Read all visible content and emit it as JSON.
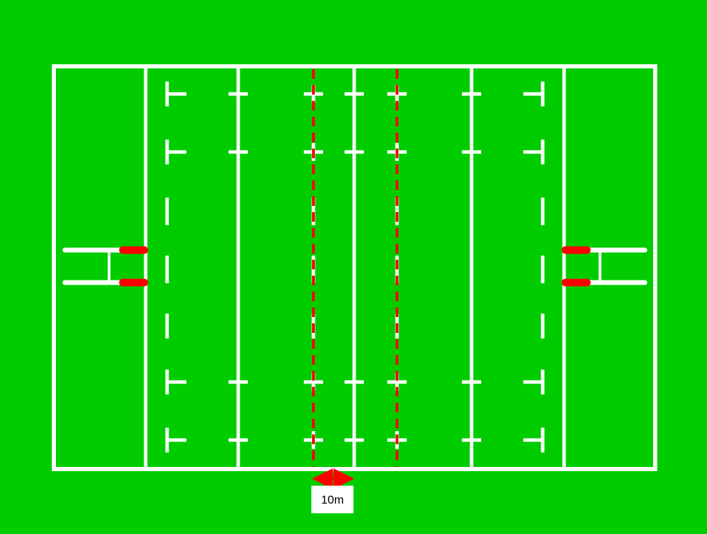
{
  "diagram": {
    "type": "rugby-pitch",
    "colors": {
      "grass": "#00cc00",
      "line": "#ffffff",
      "highlight": "#ff0000",
      "label_bg": "#ffffff",
      "label_text": "#000000"
    },
    "measurement": {
      "label": "10m",
      "arrow_color": "#ff0000"
    },
    "highlighted_lines": {
      "style": "dashed",
      "count": 2
    }
  }
}
